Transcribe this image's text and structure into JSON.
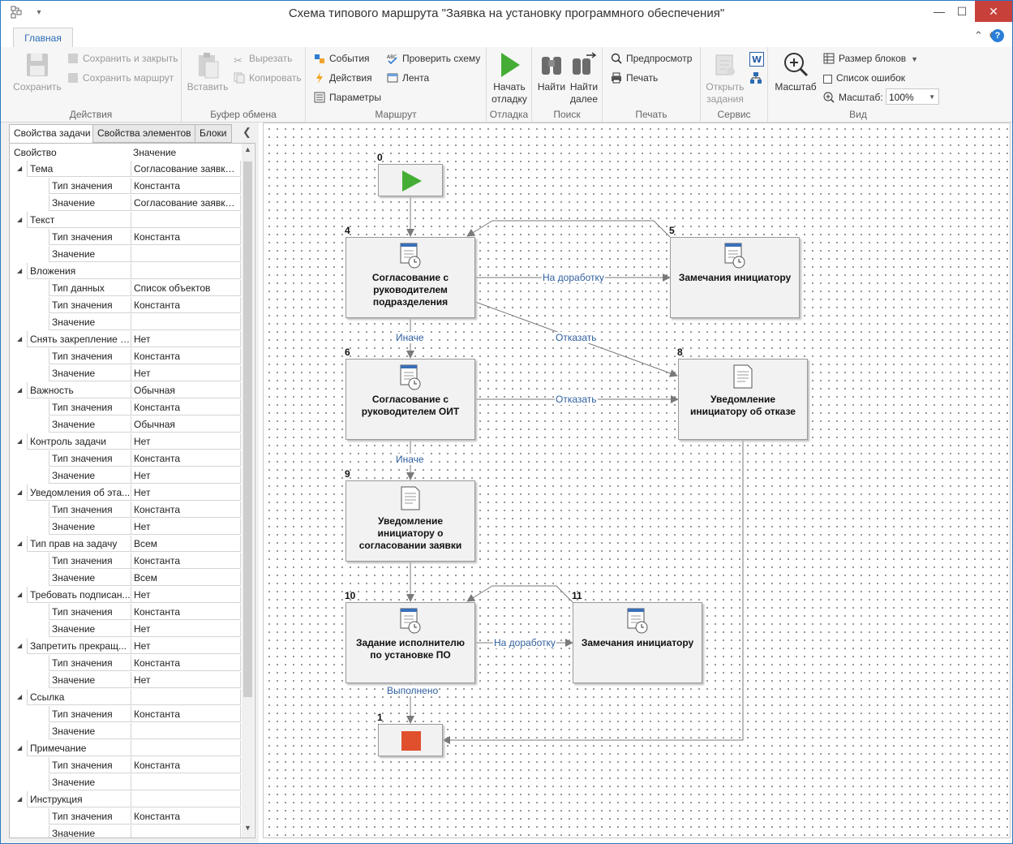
{
  "window": {
    "title": "Схема типового маршрута \"Заявка на установку программного обеспечения\""
  },
  "ribbon": {
    "tab_main": "Главная",
    "actions": {
      "label": "Действия",
      "save": "Сохранить",
      "save_close": "Сохранить и закрыть",
      "save_route": "Сохранить маршрут"
    },
    "clipboard": {
      "label": "Буфер обмена",
      "paste": "Вставить",
      "cut": "Вырезать",
      "copy": "Копировать"
    },
    "route": {
      "label": "Маршрут",
      "events": "События",
      "actions": "Действия",
      "params": "Параметры",
      "check": "Проверить схему",
      "ribbon": "Лента"
    },
    "debug": {
      "label": "Отладка",
      "start": "Начать отладку",
      "start_l1": "Начать",
      "start_l2": "отладку"
    },
    "search": {
      "label": "Поиск",
      "find": "Найти",
      "find_next_l1": "Найти",
      "find_next_l2": "далее"
    },
    "print": {
      "label": "Печать",
      "preview": "Предпросмотр",
      "print": "Печать"
    },
    "service": {
      "label": "Сервис",
      "open_tasks_l1": "Открыть",
      "open_tasks_l2": "задания"
    },
    "view": {
      "label": "Вид",
      "scale": "Масштаб",
      "block_size": "Размер блоков",
      "error_list": "Список ошибок",
      "zoom_label": "Масштаб:",
      "zoom_value": "100%"
    }
  },
  "panel": {
    "tabs": [
      "Свойства задачи",
      "Свойства элементов",
      "Блоки"
    ],
    "col_property": "Свойство",
    "col_value": "Значение",
    "rows": [
      {
        "level": 0,
        "name": "Тема",
        "value": "Согласование заявки ..."
      },
      {
        "level": 1,
        "name": "Тип значения",
        "value": "Константа"
      },
      {
        "level": 1,
        "name": "Значение",
        "value": "Согласование заявки ..."
      },
      {
        "level": 0,
        "name": "Текст",
        "value": ""
      },
      {
        "level": 1,
        "name": "Тип значения",
        "value": "Константа"
      },
      {
        "level": 1,
        "name": "Значение",
        "value": ""
      },
      {
        "level": 0,
        "name": "Вложения",
        "value": ""
      },
      {
        "level": 1,
        "name": "Тип данных",
        "value": "Список объектов"
      },
      {
        "level": 1,
        "name": "Тип значения",
        "value": "Константа"
      },
      {
        "level": 1,
        "name": "Значение",
        "value": ""
      },
      {
        "level": 0,
        "name": "Снять закрепление в...",
        "value": "Нет"
      },
      {
        "level": 1,
        "name": "Тип значения",
        "value": "Константа"
      },
      {
        "level": 1,
        "name": "Значение",
        "value": "Нет"
      },
      {
        "level": 0,
        "name": "Важность",
        "value": "Обычная"
      },
      {
        "level": 1,
        "name": "Тип значения",
        "value": "Константа"
      },
      {
        "level": 1,
        "name": "Значение",
        "value": "Обычная"
      },
      {
        "level": 0,
        "name": "Контроль задачи",
        "value": "Нет"
      },
      {
        "level": 1,
        "name": "Тип значения",
        "value": "Константа"
      },
      {
        "level": 1,
        "name": "Значение",
        "value": "Нет"
      },
      {
        "level": 0,
        "name": "Уведомления об эта...",
        "value": "Нет"
      },
      {
        "level": 1,
        "name": "Тип значения",
        "value": "Константа"
      },
      {
        "level": 1,
        "name": "Значение",
        "value": "Нет"
      },
      {
        "level": 0,
        "name": "Тип прав на задачу",
        "value": "Всем"
      },
      {
        "level": 1,
        "name": "Тип значения",
        "value": "Константа"
      },
      {
        "level": 1,
        "name": "Значение",
        "value": "Всем"
      },
      {
        "level": 0,
        "name": "Требовать подписан...",
        "value": "Нет"
      },
      {
        "level": 1,
        "name": "Тип значения",
        "value": "Константа"
      },
      {
        "level": 1,
        "name": "Значение",
        "value": "Нет"
      },
      {
        "level": 0,
        "name": "Запретить прекращ...",
        "value": "Нет"
      },
      {
        "level": 1,
        "name": "Тип значения",
        "value": "Константа"
      },
      {
        "level": 1,
        "name": "Значение",
        "value": "Нет"
      },
      {
        "level": 0,
        "name": "Ссылка",
        "value": ""
      },
      {
        "level": 1,
        "name": "Тип значения",
        "value": "Константа"
      },
      {
        "level": 1,
        "name": "Значение",
        "value": ""
      },
      {
        "level": 0,
        "name": "Примечание",
        "value": ""
      },
      {
        "level": 1,
        "name": "Тип значения",
        "value": "Константа"
      },
      {
        "level": 1,
        "name": "Значение",
        "value": ""
      },
      {
        "level": 0,
        "name": "Инструкция",
        "value": ""
      },
      {
        "level": 1,
        "name": "Тип значения",
        "value": "Константа"
      },
      {
        "level": 1,
        "name": "Значение",
        "value": ""
      }
    ]
  },
  "diagram": {
    "nodes": {
      "n0": {
        "num": "0"
      },
      "n4": {
        "num": "4",
        "text": "Согласование с руководителем подразделения"
      },
      "n5": {
        "num": "5",
        "text": "Замечания инициатору"
      },
      "n6": {
        "num": "6",
        "text": "Согласование с руководителем ОИТ"
      },
      "n8": {
        "num": "8",
        "text": "Уведомление инициатору об отказе"
      },
      "n9": {
        "num": "9",
        "text": "Уведомление инициатору о согласовании заявки"
      },
      "n10": {
        "num": "10",
        "text": "Задание исполнителю по установке ПО"
      },
      "n11": {
        "num": "11",
        "text": "Замечания инициатору"
      },
      "n1": {
        "num": "1"
      }
    },
    "edges": {
      "e4_5": "На доработку",
      "e4_8": "Отказать",
      "e4_6": "Иначе",
      "e6_8": "Отказать",
      "e6_9": "Иначе",
      "e10_11": "На доработку",
      "e10_1": "Выполнено"
    },
    "colors": {
      "start": "#45ad35",
      "stop": "#e0502c",
      "edge": "#7a7a7a",
      "label": "#2f5f9e"
    }
  }
}
